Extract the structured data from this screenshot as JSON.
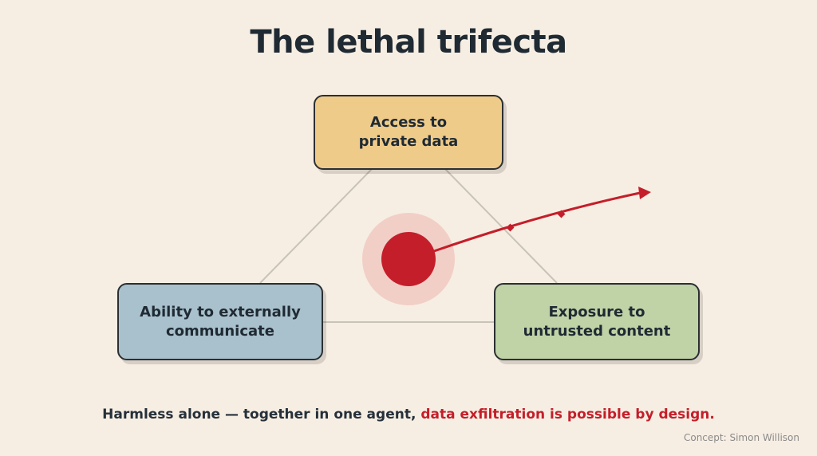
{
  "title": "The lethal trifecta",
  "nodes": {
    "top": {
      "label": "Access to\nprivate data",
      "color": "#efcb8a"
    },
    "left": {
      "label": "Ability to externally\ncommunicate",
      "color": "#a9c1cc"
    },
    "right": {
      "label": "Exposure to\nuntrusted content",
      "color": "#bfd3a6"
    }
  },
  "caption": {
    "text": "Harmless alone — together in one agent, ",
    "highlight": "data exfiltration is possible by design."
  },
  "credit": "Concept: Simon Willison",
  "colors": {
    "background": "#f7eee3",
    "accent": "#c41e2a",
    "edge": "#c8c3b8",
    "halo": "#f0c9c2"
  }
}
